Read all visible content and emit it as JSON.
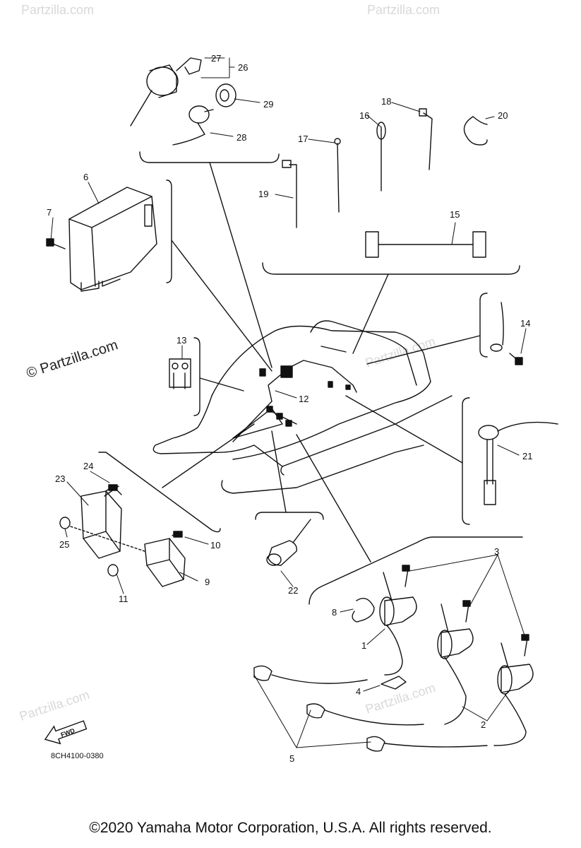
{
  "watermark": "© Partzilla.com",
  "watermark_faint": "Partzilla.com",
  "part_numbers": [
    "1",
    "2",
    "3",
    "4",
    "5",
    "6",
    "7",
    "8",
    "9",
    "10",
    "11",
    "12",
    "13",
    "14",
    "15",
    "16",
    "17",
    "18",
    "19",
    "20",
    "21",
    "22",
    "23",
    "24",
    "25",
    "26",
    "27",
    "28",
    "29"
  ],
  "fwd_label": "FWD",
  "diagram_code": "8CH4100-0380",
  "footer": "©2020 Yamaha Motor Corporation, U.S.A. All rights reserved."
}
